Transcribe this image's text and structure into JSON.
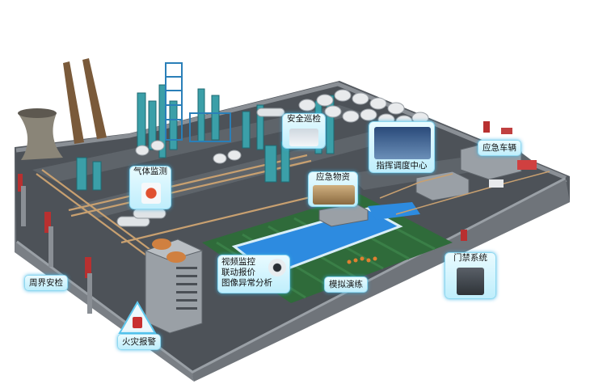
{
  "labels": {
    "safety_patrol": "安全巡检",
    "command_center": "指挥调度中心",
    "emergency_vehicle": "应急车辆",
    "gas_monitoring": "气体监测",
    "emergency_supplies": "应急物资",
    "video_monitoring": [
      "视频监控",
      "联动报价",
      "图像异常分析"
    ],
    "access_control": "门禁系统",
    "perimeter_security": "周界安检",
    "drill": "模拟演练",
    "fire_alarm": "火灾报警"
  },
  "colors": {
    "ground": "#4d5258",
    "wall": "#7d8288",
    "grass": "#2f6b3a",
    "pool": "#2d8be0",
    "equipment": "#3b9fa8",
    "callout_glow": "#5ec8ee"
  }
}
